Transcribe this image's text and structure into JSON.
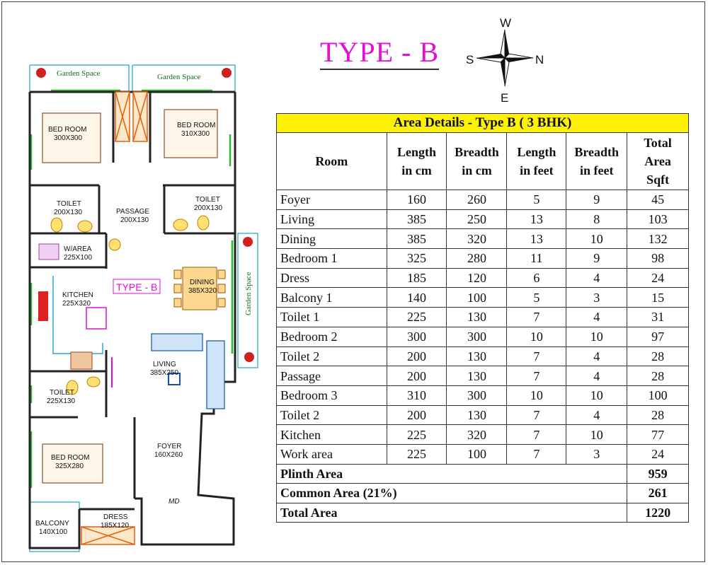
{
  "title": "TYPE - B",
  "compass": {
    "n": "N",
    "s": "S",
    "e": "E",
    "w": "W"
  },
  "plan": {
    "garden1": "Garden Space",
    "garden2": "Garden Space",
    "garden3": "Garden Space",
    "bed1_name": "BED ROOM",
    "bed1_size": "300X300",
    "bed2_name": "BED ROOM",
    "bed2_size": "310X300",
    "toilet1_name": "TOILET",
    "toilet1_size": "200X130",
    "toilet2_name": "TOILET",
    "toilet2_size": "200X130",
    "passage_name": "PASSAGE",
    "passage_size": "200X130",
    "warea_name": "W/AREA",
    "warea_size": "225X100",
    "kitchen_name": "KITCHEN",
    "kitchen_size": "225X320",
    "typeb_label": "TYPE - B",
    "dining_name": "DINING",
    "dining_size": "385X320",
    "living_name": "LIVING",
    "living_size": "385X250",
    "toilet3_name": "TOILET",
    "toilet3_size": "225X130",
    "bed3_name": "BED ROOM",
    "bed3_size": "325X280",
    "foyer_name": "FOYER",
    "foyer_size": "160X260",
    "md": "MD",
    "balcony_name": "BALCONY",
    "balcony_size": "140X100",
    "dress_name": "DRESS",
    "dress_size": "185X120"
  },
  "table": {
    "title": "Area Details - Type B ( 3 BHK)",
    "headers": {
      "room": "Room",
      "len_cm_1": "Length",
      "len_cm_2": "in cm",
      "br_cm_1": "Breadth",
      "br_cm_2": "in cm",
      "len_ft_1": "Length",
      "len_ft_2": "in feet",
      "br_ft_1": "Breadth",
      "br_ft_2": "in feet",
      "total_1": "Total",
      "total_2": "Area",
      "total_3": "Sqft"
    },
    "rows": [
      {
        "room": "Foyer",
        "len_cm": "160",
        "br_cm": "260",
        "len_ft": "5",
        "br_ft": "9",
        "total": "45"
      },
      {
        "room": "Living",
        "len_cm": "385",
        "br_cm": "250",
        "len_ft": "13",
        "br_ft": "8",
        "total": "103"
      },
      {
        "room": "Dining",
        "len_cm": "385",
        "br_cm": "320",
        "len_ft": "13",
        "br_ft": "10",
        "total": "132"
      },
      {
        "room": "Bedroom 1",
        "len_cm": "325",
        "br_cm": "280",
        "len_ft": "11",
        "br_ft": "9",
        "total": "98"
      },
      {
        "room": "Dress",
        "len_cm": "185",
        "br_cm": "120",
        "len_ft": "6",
        "br_ft": "4",
        "total": "24"
      },
      {
        "room": "Balcony 1",
        "len_cm": "140",
        "br_cm": "100",
        "len_ft": "5",
        "br_ft": "3",
        "total": "15"
      },
      {
        "room": "Toilet 1",
        "len_cm": "225",
        "br_cm": "130",
        "len_ft": "7",
        "br_ft": "4",
        "total": "31"
      },
      {
        "room": "Bedroom 2",
        "len_cm": "300",
        "br_cm": "300",
        "len_ft": "10",
        "br_ft": "10",
        "total": "97"
      },
      {
        "room": "Toilet 2",
        "len_cm": "200",
        "br_cm": "130",
        "len_ft": "7",
        "br_ft": "4",
        "total": "28"
      },
      {
        "room": "Passage",
        "len_cm": "200",
        "br_cm": "130",
        "len_ft": "7",
        "br_ft": "4",
        "total": "28"
      },
      {
        "room": "Bedroom 3",
        "len_cm": "310",
        "br_cm": "300",
        "len_ft": "10",
        "br_ft": "10",
        "total": "100"
      },
      {
        "room": "Toilet 2",
        "len_cm": "200",
        "br_cm": "130",
        "len_ft": "7",
        "br_ft": "4",
        "total": "28"
      },
      {
        "room": "Kitchen",
        "len_cm": "225",
        "br_cm": "320",
        "len_ft": "7",
        "br_ft": "10",
        "total": "77"
      },
      {
        "room": "Work area",
        "len_cm": "225",
        "br_cm": "100",
        "len_ft": "7",
        "br_ft": "3",
        "total": "24"
      }
    ],
    "summary": [
      {
        "label": "Plinth Area",
        "value": "959"
      },
      {
        "label": "Common Area (21%)",
        "value": "261"
      },
      {
        "label": "Total Area",
        "value": "1220"
      }
    ]
  },
  "colors": {
    "title": "#e010d8",
    "table_header": "#fff200",
    "garden_text": "#1a6b1a",
    "wall": "#222222",
    "window": "#2eb82e",
    "door": "#e06010"
  }
}
